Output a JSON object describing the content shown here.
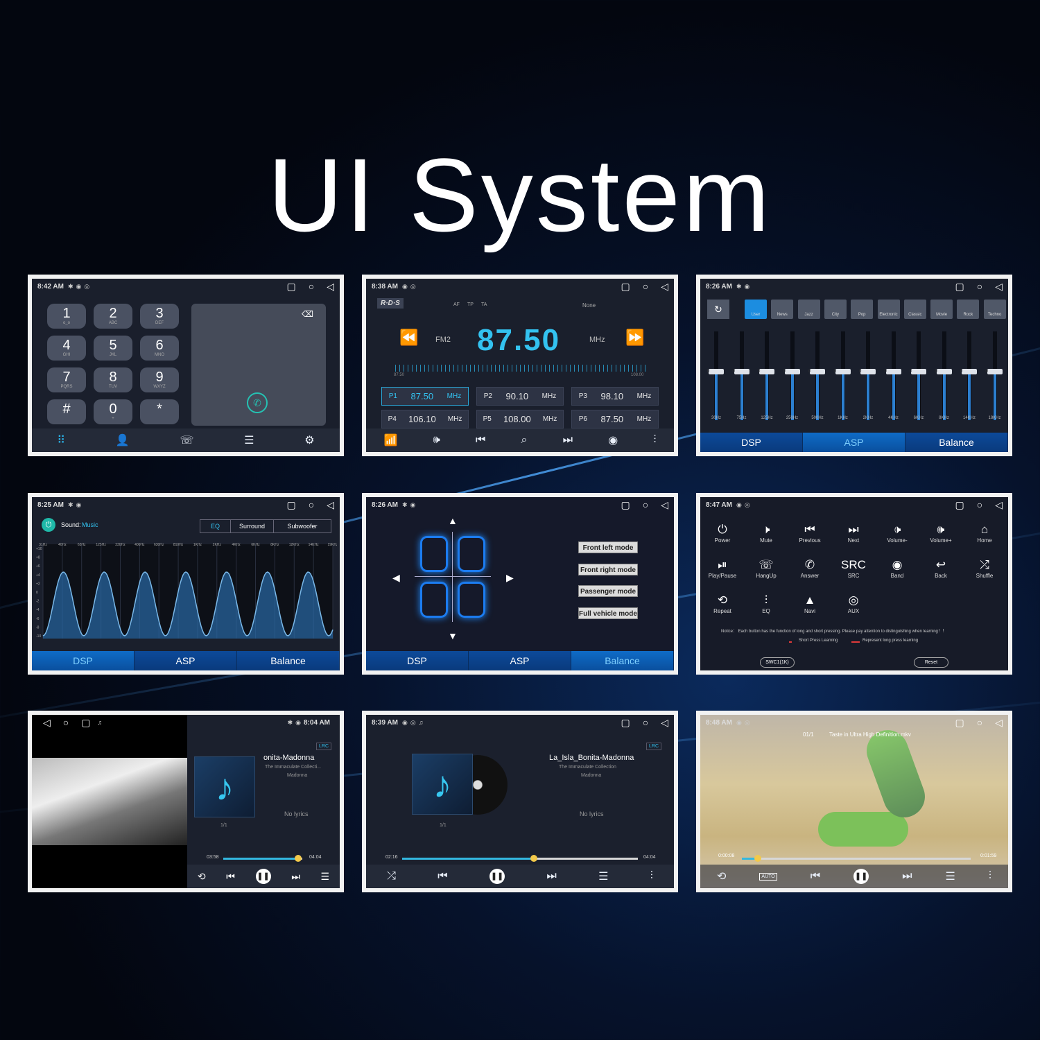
{
  "title": "UI System",
  "dialer": {
    "time": "8:42 AM",
    "keys": [
      {
        "d": "1",
        "s": "o_o"
      },
      {
        "d": "2",
        "s": "ABC"
      },
      {
        "d": "3",
        "s": "DEF"
      },
      {
        "d": "4",
        "s": "GHI"
      },
      {
        "d": "5",
        "s": "JKL"
      },
      {
        "d": "6",
        "s": "MNO"
      },
      {
        "d": "7",
        "s": "PQRS"
      },
      {
        "d": "8",
        "s": "TUV"
      },
      {
        "d": "9",
        "s": "WXYZ"
      },
      {
        "d": "#",
        "s": ""
      },
      {
        "d": "0",
        "s": "+"
      },
      {
        "d": "*",
        "s": ""
      }
    ]
  },
  "radio": {
    "time": "8:38 AM",
    "rds": "R·D·S",
    "flags": [
      "AF",
      "TP",
      "TA"
    ],
    "pty": "None",
    "band": "FM2",
    "freq": "87.50",
    "unit": "MHz",
    "scale_min": "87.50",
    "scale_max": "108.00",
    "presets": [
      {
        "label": "P1",
        "freq": "87.50",
        "unit": "MHz",
        "selected": true
      },
      {
        "label": "P2",
        "freq": "90.10",
        "unit": "MHz"
      },
      {
        "label": "P3",
        "freq": "98.10",
        "unit": "MHz"
      },
      {
        "label": "P4",
        "freq": "106.10",
        "unit": "MHz"
      },
      {
        "label": "P5",
        "freq": "108.00",
        "unit": "MHz"
      },
      {
        "label": "P6",
        "freq": "87.50",
        "unit": "MHz"
      }
    ]
  },
  "eq": {
    "time": "8:26 AM",
    "presets": [
      "User",
      "News",
      "Jazz",
      "City",
      "Pop",
      "Electronic",
      "Classic",
      "Movie",
      "Rock",
      "Techno"
    ],
    "bands": [
      "30Hz",
      "75Hz",
      "125Hz",
      "250Hz",
      "500Hz",
      "1KHz",
      "2KHz",
      "4KHz",
      "6KHz",
      "8KHz",
      "14KHz",
      "18KHz"
    ],
    "band_value": "0",
    "tabs": [
      "DSP",
      "ASP",
      "Balance"
    ]
  },
  "dsp": {
    "time": "8:25 AM",
    "sound_label": "Sound:",
    "sound_value": "Music",
    "modes": [
      "EQ",
      "Surround",
      "Subwoofer"
    ],
    "freqs": [
      "31Hz",
      "40Hz",
      "63Hz",
      "125Hz",
      "230Hz",
      "400Hz",
      "630Hz",
      "810Hz",
      "1KHz",
      "2KHz",
      "4KHz",
      "6KHz",
      "8KHz",
      "12KHz",
      "14KHz",
      "19KHz"
    ],
    "y_ticks": [
      "+10",
      "+8",
      "+6",
      "+4",
      "+2",
      "0",
      "-2",
      "-4",
      "-6",
      "-8",
      "-10"
    ],
    "tabs": [
      "DSP",
      "ASP",
      "Balance"
    ]
  },
  "balance": {
    "time": "8:26 AM",
    "modes": [
      "Front left mode",
      "Front right mode",
      "Passenger mode",
      "Full vehicle mode"
    ],
    "tabs": [
      "DSP",
      "ASP",
      "Balance"
    ]
  },
  "steering": {
    "time": "8:47 AM",
    "buttons": [
      {
        "g": "⏻",
        "l": "Power"
      },
      {
        "g": "🕨",
        "l": "Mute"
      },
      {
        "g": "⏮",
        "l": "Previous"
      },
      {
        "g": "⏭",
        "l": "Next"
      },
      {
        "g": "🕩",
        "l": "Volume-"
      },
      {
        "g": "🕪",
        "l": "Volume+"
      },
      {
        "g": "⌂",
        "l": "Home"
      },
      {
        "g": "⏯",
        "l": "Play/Pause"
      },
      {
        "g": "☏",
        "l": "HangUp"
      },
      {
        "g": "✆",
        "l": "Answer"
      },
      {
        "g": "SRC",
        "l": "SRC"
      },
      {
        "g": "◉",
        "l": "Band"
      },
      {
        "g": "↩",
        "l": "Back"
      },
      {
        "g": "⤮",
        "l": "Shuffle"
      },
      {
        "g": "⟲",
        "l": "Repeat"
      },
      {
        "g": "⫶",
        "l": "EQ"
      },
      {
        "g": "▲",
        "l": "Navi"
      },
      {
        "g": "◎",
        "l": "AUX"
      }
    ],
    "notice": "Notice： Each button has the function of long and short pressing. Please pay attention to distinguishing when learning！！",
    "legend_short": "Short Press Learning",
    "legend_long": "Represent long press learning",
    "swc": "SWC1(1K)",
    "reset": "Reset"
  },
  "music1": {
    "time": "8:04 AM",
    "lrc": "LRC",
    "song": "onita-Madonna",
    "album": "The Immaculate Collecti...",
    "artist": "Madonna",
    "lyrics": "No lyrics",
    "count": "1/1",
    "elapsed": "03:58",
    "total": "04:04",
    "progress": 0.95
  },
  "music2": {
    "time": "8:39 AM",
    "lrc": "LRC",
    "song": "La_Isla_Bonita-Madonna",
    "album": "The Immaculate Collection",
    "artist": "Madonna",
    "lyrics": "No lyrics",
    "count": "1/1",
    "elapsed": "02:16",
    "total": "04:04",
    "progress": 0.56
  },
  "video": {
    "time": "8:48 AM",
    "count": "01/1",
    "file": "Taste in Ultra High Definition.mkv",
    "elapsed": "0:00:08",
    "total": "0:01:59",
    "auto": "AUTO",
    "progress": 0.07
  },
  "colors": {
    "accent": "#33c2f0",
    "tab_blue": "#0c4a9a",
    "panel": "#1a1f2c"
  }
}
